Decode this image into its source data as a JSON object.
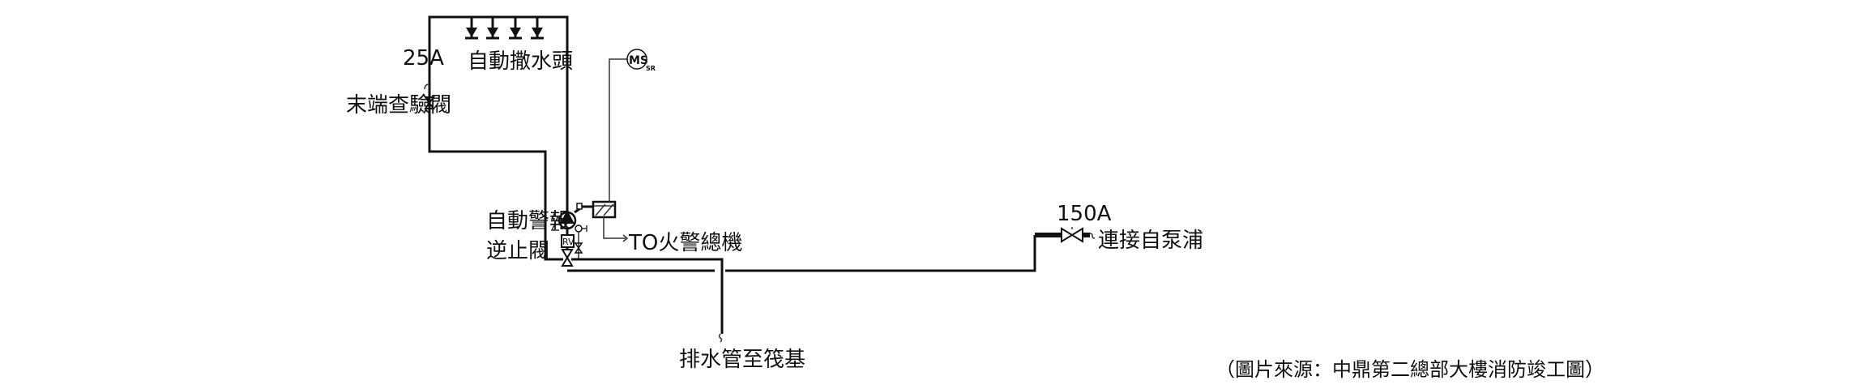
{
  "labels": {
    "end_pipe_size": "25A",
    "sprinkler_heads": "自動撒水頭",
    "test_valve": "末端查驗閥",
    "alarm_valve_line1": "自動警報",
    "alarm_valve_line2": "逆止閥",
    "rv": "RV",
    "ms": "MS",
    "ms_sub": "SR",
    "to_fire_panel": "TO火警總機",
    "drain": "排水管至筏基",
    "supply_pipe_size": "150A",
    "from_pump": "連接自泵浦"
  },
  "caption": "（圖片來源：中鼎第二總部大樓消防竣工圖）",
  "colors": {
    "line": "#111111",
    "background": "#ffffff"
  }
}
